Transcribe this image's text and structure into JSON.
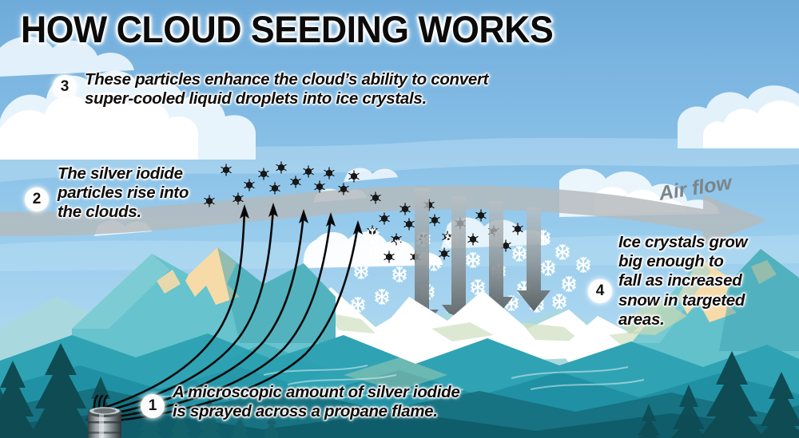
{
  "title": "HOW CLOUD SEEDING WORKS",
  "labels": {
    "air_flow": "Air flow"
  },
  "steps": [
    {
      "number": "1",
      "text": "A microscopic amount of silver iodide\nis sprayed across a propane flame."
    },
    {
      "number": "2",
      "text": "The silver iodide\nparticles rise into\nthe clouds."
    },
    {
      "number": "3",
      "text": "These particles enhance the cloud’s ability to convert\nsuper-cooled liquid droplets into ice crystals."
    },
    {
      "number": "4",
      "text": "Ice crystals grow\nbig enough to\nfall as increased\nsnow in targeted\nareas."
    }
  ],
  "scene": {
    "elements": [
      "sky-gradient",
      "cloud-bank-upper-left",
      "cloud-bank-right",
      "airflow-band",
      "silver-iodide-particles",
      "rising-arrows",
      "snowflakes",
      "falling-arrows",
      "snow-capped-mountains",
      "teal-mountain-ridges",
      "pine-forest-left",
      "pine-forest-right",
      "propane-tank"
    ]
  },
  "colors": {
    "sky_top": "#7ab2de",
    "sky_mid": "#8ec4e8",
    "sky_low": "#abd6f0",
    "cloud_white": "#ffffff",
    "cloud_shade": "#d3e9f7",
    "airflow_gray": "#b2b7b9",
    "particle_black": "#171717",
    "arrow_black": "#0a0a0a",
    "arrow_gray_top": "#a9b0b4",
    "arrow_gray_bottom": "#5e6668",
    "snow_white": "#ffffff",
    "mountain_tan": "#f6dba8",
    "mountain_teal_light": "#7fcad3",
    "mountain_teal": "#35a8b6",
    "mountain_teal_dark": "#1e8a9a",
    "mountain_sage": "#c8d8b2",
    "forest_dark": "#12555a",
    "forest_darker": "#0d3f46",
    "tank_gray": "#6d7478",
    "text_black": "#100d0c",
    "badge_white": "#fdfdfd",
    "airflow_label_gray": "#7b8588"
  }
}
